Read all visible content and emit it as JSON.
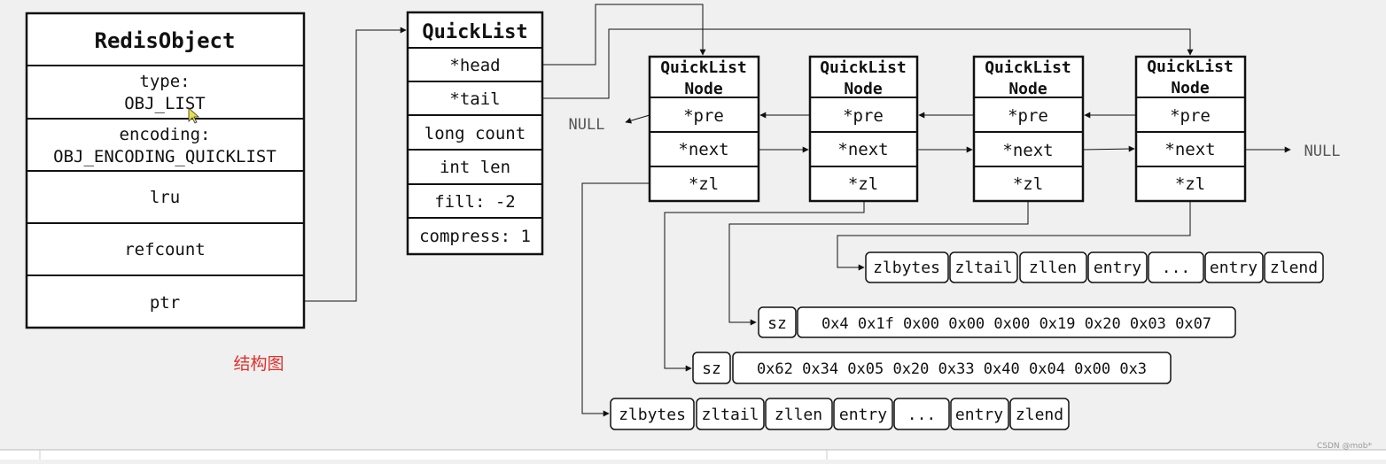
{
  "redis_object": {
    "title": "RedisObject",
    "fields": [
      {
        "line1": "type:",
        "line2": "OBJ_LIST"
      },
      {
        "line1": "encoding:",
        "line2": "OBJ_ENCODING_QUICKLIST"
      },
      {
        "line1": "lru",
        "line2": ""
      },
      {
        "line1": "refcount",
        "line2": ""
      },
      {
        "line1": "ptr",
        "line2": ""
      }
    ]
  },
  "caption": "结构图",
  "quicklist": {
    "title": "QuickList",
    "fields": [
      "*head",
      "*tail",
      "long count",
      "int len",
      "fill: -2",
      "compress: 1"
    ]
  },
  "nodes": [
    {
      "title1": "QuickList",
      "title2": "Node",
      "fields": [
        "*pre",
        "*next",
        "*zl"
      ]
    },
    {
      "title1": "QuickList",
      "title2": "Node",
      "fields": [
        "*pre",
        "*next",
        "*zl"
      ]
    },
    {
      "title1": "QuickList",
      "title2": "Node",
      "fields": [
        "*pre",
        "*next",
        "*zl"
      ]
    },
    {
      "title1": "QuickList",
      "title2": "Node",
      "fields": [
        "*pre",
        "*next",
        "*zl"
      ]
    }
  ],
  "null_label": "NULL",
  "ziplist_1": [
    "zlbytes",
    "zltail",
    "zllen",
    "entry",
    "...",
    "entry",
    "zlend"
  ],
  "lzf_1": {
    "sz": "sz",
    "bytes": "0x4 0x1f 0x00 0x00 0x00 0x19 0x20 0x03 0x07"
  },
  "lzf_2": {
    "sz": "sz",
    "bytes": "0x62 0x34 0x05 0x20 0x33 0x40 0x04 0x00 0x3"
  },
  "ziplist_2": [
    "zlbytes",
    "zltail",
    "zllen",
    "entry",
    "...",
    "entry",
    "zlend"
  ],
  "watermark": "CSDN @mob*"
}
